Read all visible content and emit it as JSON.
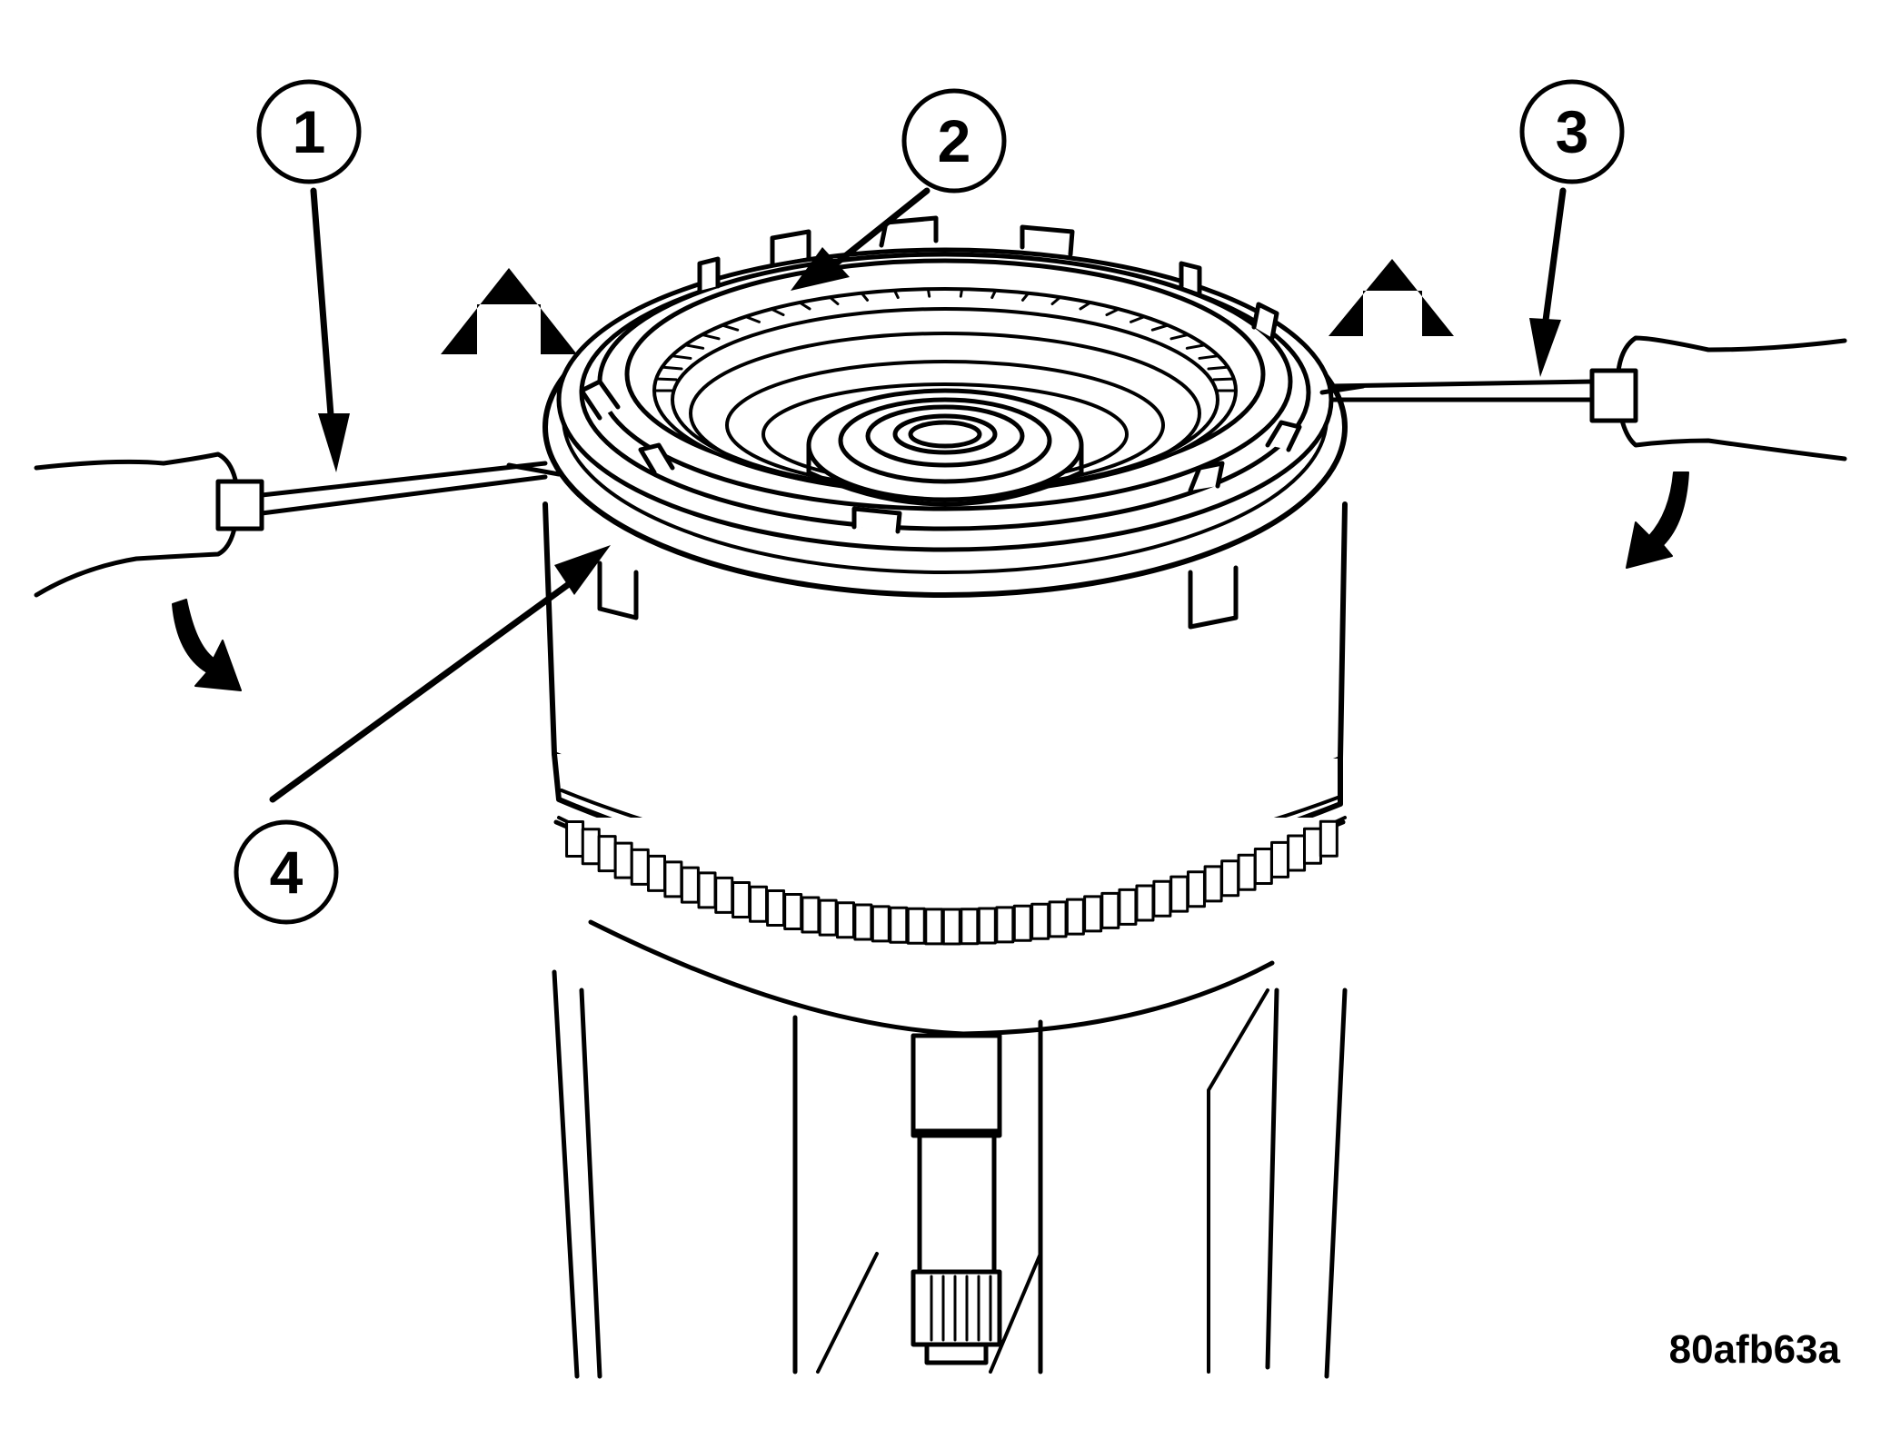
{
  "figure": {
    "figure_id": "80afb63a",
    "callouts": [
      {
        "number": "1"
      },
      {
        "number": "2"
      },
      {
        "number": "3"
      },
      {
        "number": "4"
      }
    ],
    "colors": {
      "ink": "#000000",
      "paper": "#ffffff"
    }
  }
}
